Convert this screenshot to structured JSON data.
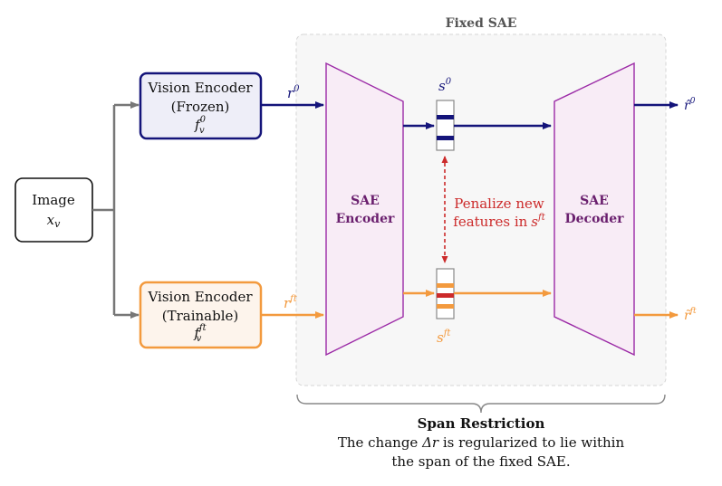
{
  "fixed_sae_label": "Fixed SAE",
  "input": {
    "title": "Image",
    "symbol": "x",
    "symbol_sub": "v"
  },
  "frozen_encoder": {
    "line1": "Vision Encoder",
    "line2": "(Frozen)",
    "symbol": "f",
    "sup": "0",
    "sub": "v"
  },
  "trainable_encoder": {
    "line1": "Vision Encoder",
    "line2": "(Trainable)",
    "symbol": "f",
    "sup": "ft",
    "sub": "v"
  },
  "r0": {
    "symbol": "r",
    "sup": "0"
  },
  "rft": {
    "symbol": "r",
    "sup": "ft"
  },
  "s0": {
    "symbol": "s",
    "sup": "0"
  },
  "sft": {
    "symbol": "s",
    "sup": "ft"
  },
  "sae_encoder": {
    "line1": "SAE",
    "line2": "Encoder"
  },
  "sae_decoder": {
    "line1": "SAE",
    "line2": "Decoder"
  },
  "penalize": {
    "line1": "Penalize new",
    "line2": "features in",
    "symbol": "s",
    "sup": "ft"
  },
  "r0_hat": {
    "symbol": "r̂",
    "sup": "0"
  },
  "rft_hat": {
    "symbol": "r̃",
    "sup": "ft"
  },
  "span": {
    "title": "Span Restriction",
    "line1_pre": "The change ",
    "line1_sym": "Δr",
    "line1_post": " is regularized to lie within",
    "line2": "the span of the fixed SAE."
  },
  "colors": {
    "navy": "#14147a",
    "orange": "#f39a3e",
    "purple": "#8b1a9b",
    "purple_text": "#6a1f6e",
    "red": "#cc2a2a",
    "gray": "#777777"
  }
}
